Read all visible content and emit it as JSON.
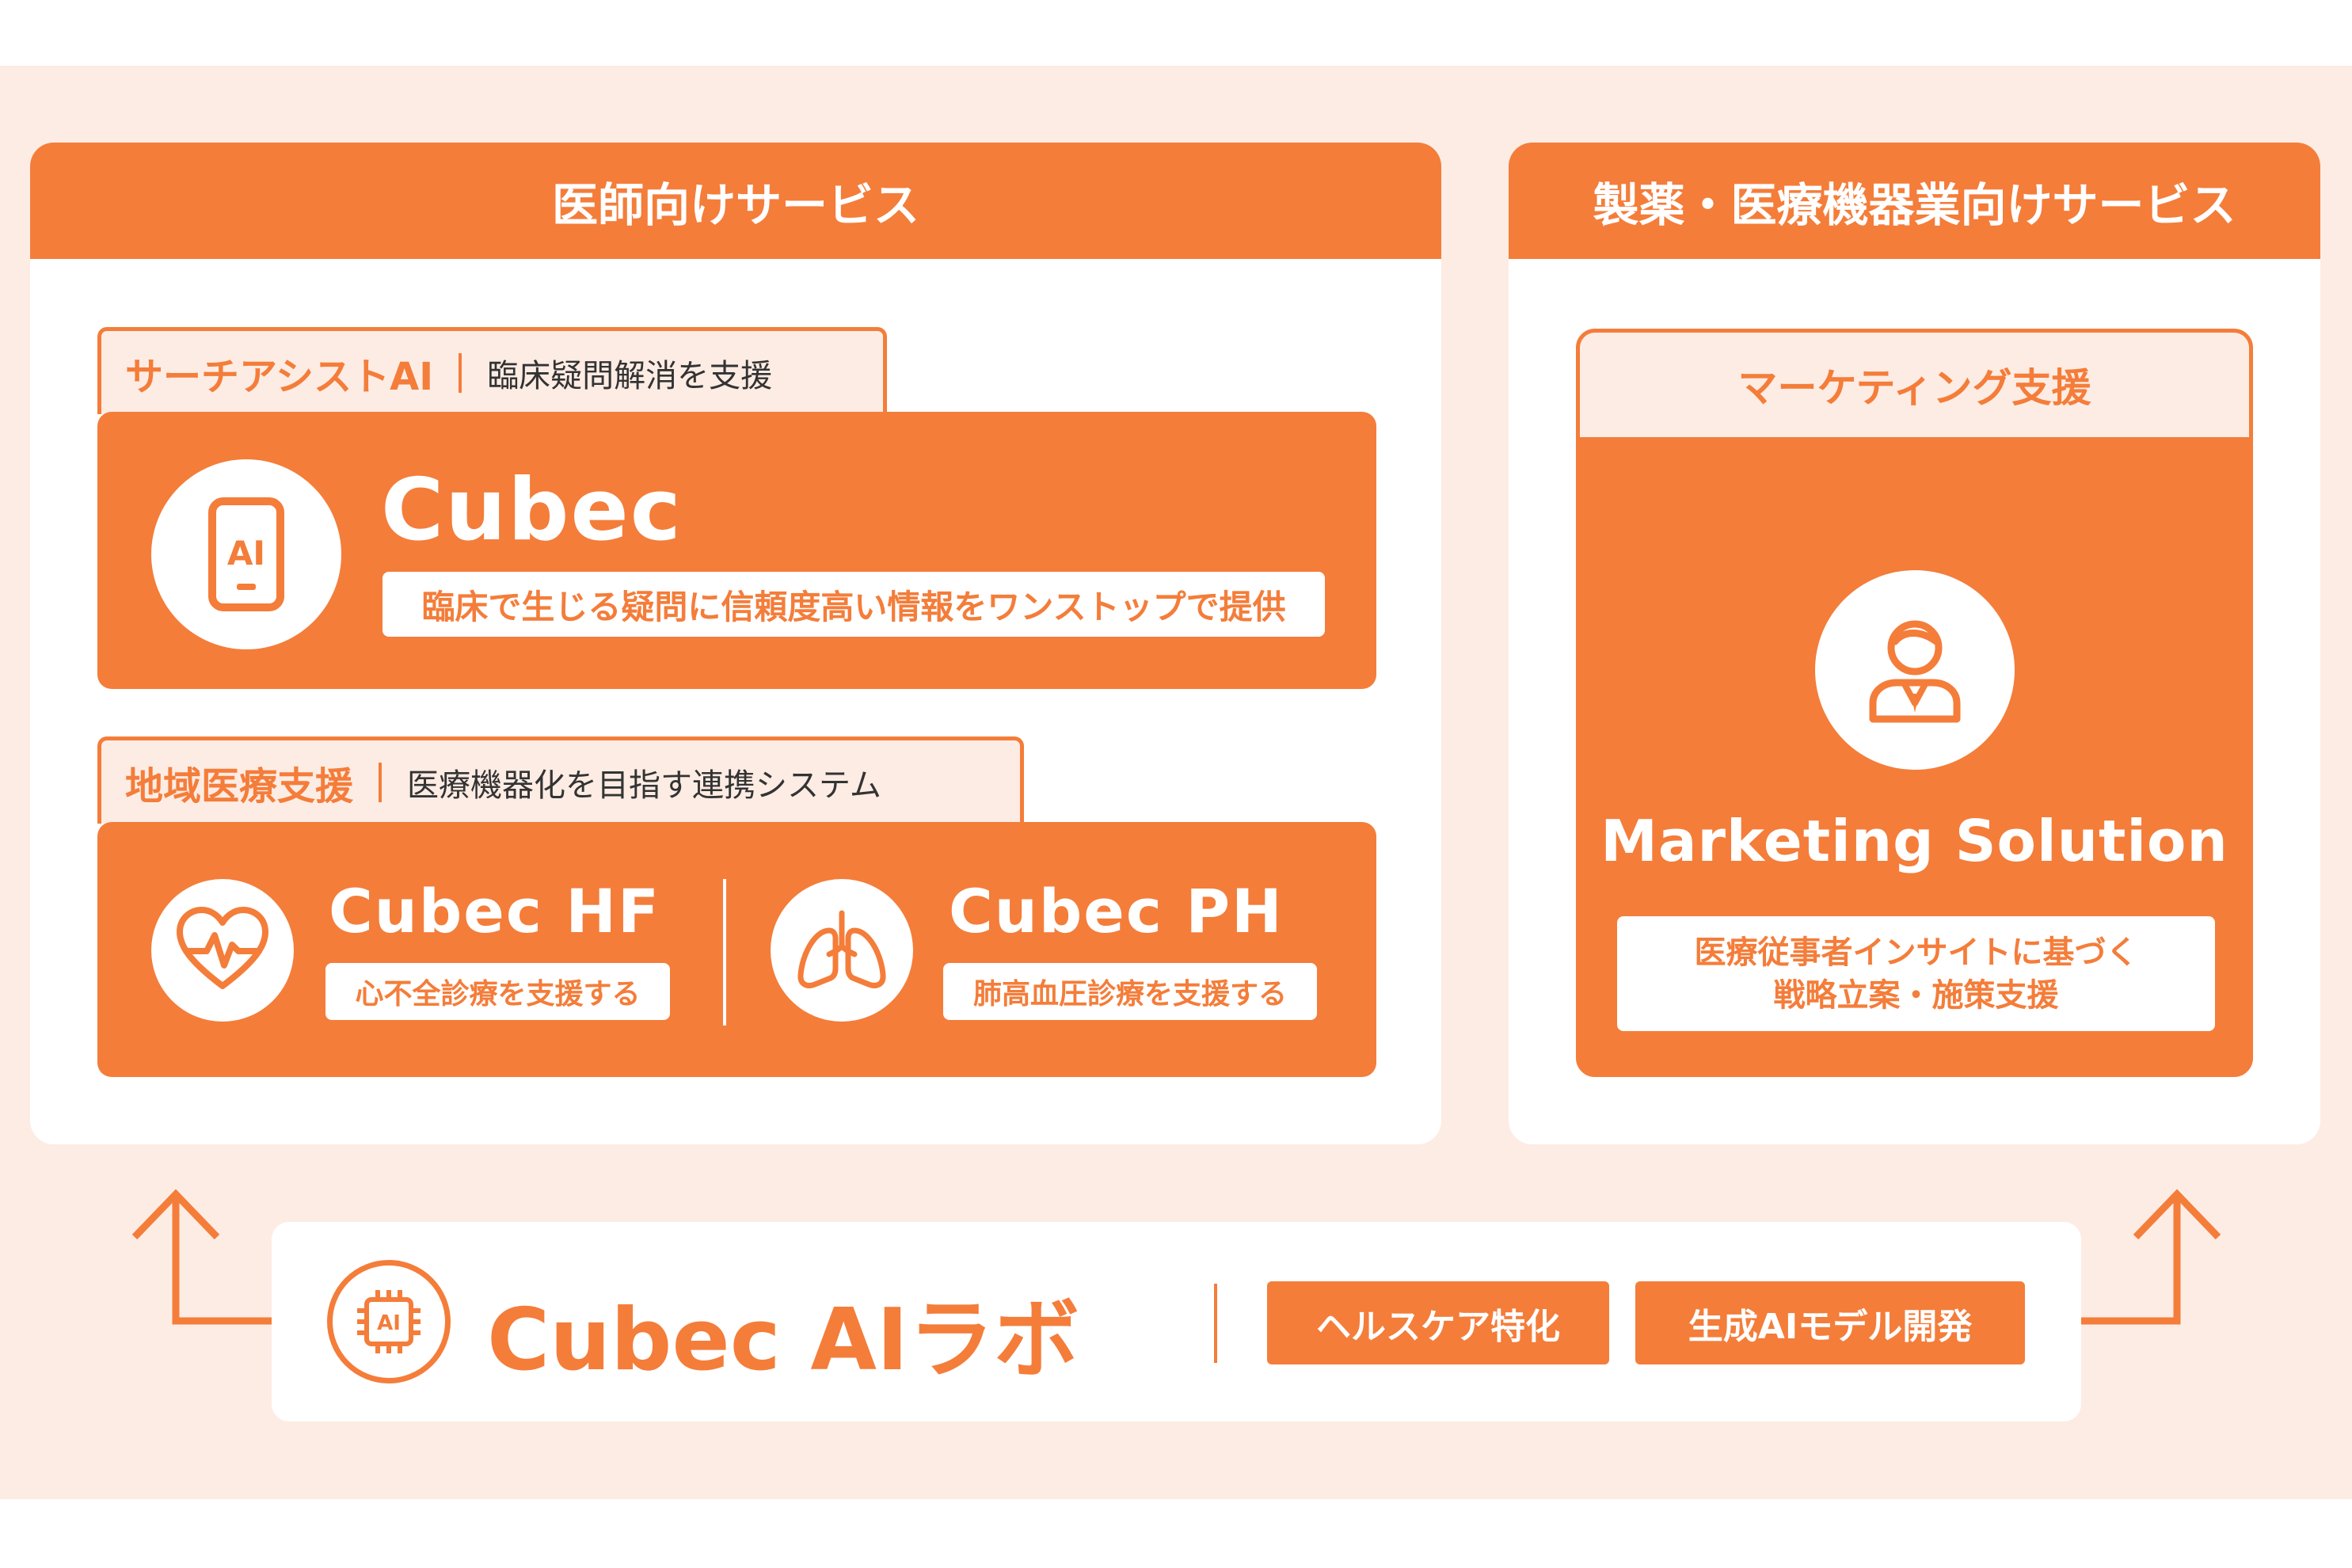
{
  "colors": {
    "accent": "#f47d3a",
    "background": "#fdece4",
    "card": "#ffffff",
    "text_dark": "#333333"
  },
  "doctor_services": {
    "header": "医師向けサービス",
    "search_assist": {
      "tab_title": "サーチアシストAI",
      "tab_subtitle": "臨床疑問解消を支援",
      "icon": "ai-phone-icon",
      "product_name": "Cubec",
      "description": "臨床で生じる疑問に信頼度高い情報をワンストップで提供"
    },
    "regional": {
      "tab_title": "地域医療支援",
      "tab_subtitle": "医療機器化を目指す連携システム",
      "products": [
        {
          "icon": "heart-pulse-icon",
          "name": "Cubec HF",
          "description": "心不全診療を支援する"
        },
        {
          "icon": "lungs-icon",
          "name": "Cubec PH",
          "description": "肺高血圧診療を支援する"
        }
      ]
    }
  },
  "pharma_services": {
    "header": "製薬・医療機器業向けサービス",
    "card_title": "マーケティング支援",
    "icon": "business-person-icon",
    "product_name": "Marketing Solution",
    "description_line1": "医療従事者インサイトに基づく",
    "description_line2": "戦略立案・施策支援"
  },
  "lab": {
    "icon": "ai-chip-icon",
    "name": "Cubec AIラボ",
    "tags": [
      "ヘルスケア特化",
      "生成AIモデル開発"
    ]
  }
}
